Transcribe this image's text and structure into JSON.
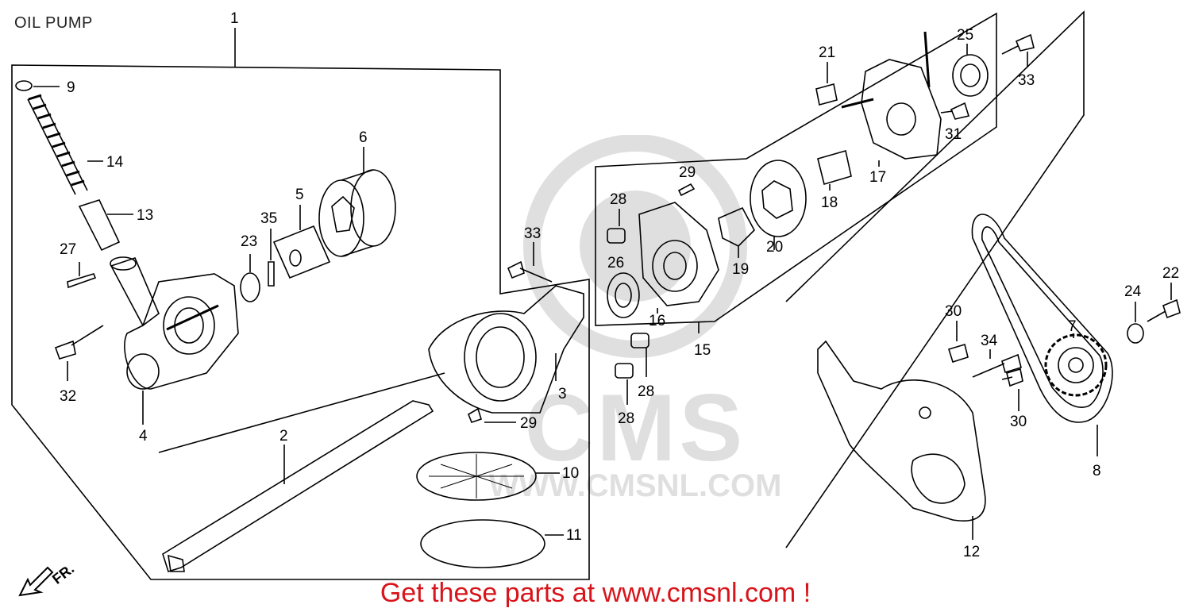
{
  "title": "OIL PUMP",
  "footer": "Get these parts at www.cmsnl.com !",
  "watermark": {
    "text": "CMS",
    "url": "WWW.CMSNL.COM"
  },
  "direction_marker": "FR.",
  "colors": {
    "line": "#000000",
    "footer": "#d8141a",
    "watermark": "#555555"
  },
  "labels": {
    "p1": "1",
    "p2": "2",
    "p3": "3",
    "p4": "4",
    "p5": "5",
    "p6": "6",
    "p7": "7",
    "p8": "8",
    "p9": "9",
    "p10": "10",
    "p11": "11",
    "p12": "12",
    "p13": "13",
    "p14": "14",
    "p15": "15",
    "p16": "16",
    "p17": "17",
    "p18": "18",
    "p19": "19",
    "p20": "20",
    "p21": "21",
    "p22": "22",
    "p23": "23",
    "p24": "24",
    "p25": "25",
    "p26": "26",
    "p27": "27",
    "p28a": "28",
    "p28b": "28",
    "p28c": "28",
    "p29a": "29",
    "p29b": "29",
    "p30a": "30",
    "p30b": "30",
    "p31": "31",
    "p32": "32",
    "p33a": "33",
    "p33b": "33",
    "p34": "34",
    "p35": "35"
  }
}
